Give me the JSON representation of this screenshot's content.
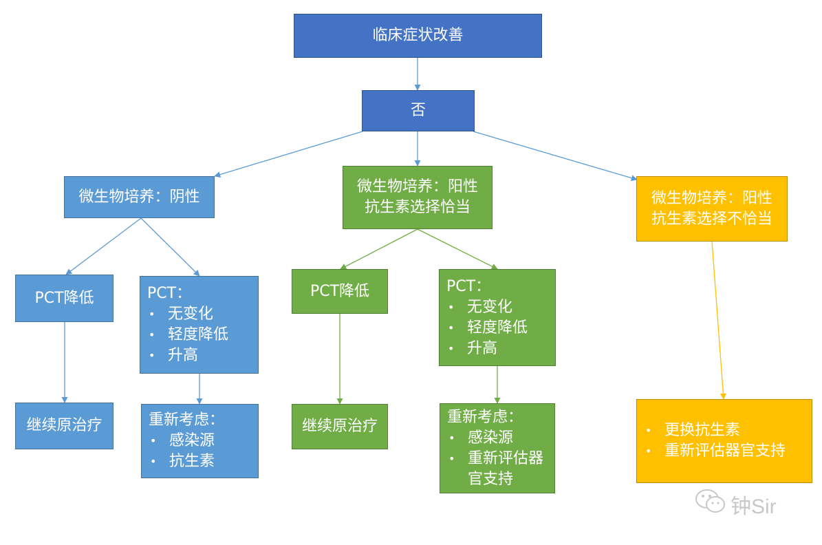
{
  "nodes": {
    "root": "临床症状改善",
    "no": "否",
    "neg": "微生物培养：阴性",
    "pos_ok": [
      "微生物培养：阳性",
      "抗生素选择恰当"
    ],
    "pos_bad": [
      "微生物培养：阳性",
      "抗生素选择不恰当"
    ],
    "pct_down_1": "PCT降低",
    "pct_other_1": {
      "title": "PCT：",
      "items": [
        "无变化",
        "轻度降低",
        "升高"
      ]
    },
    "pct_down_2": "PCT降低",
    "pct_other_2": {
      "title": "PCT：",
      "items": [
        "无变化",
        "轻度降低",
        "升高"
      ]
    },
    "continue_1": "继续原治疗",
    "reconsider_1": {
      "title": "重新考虑：",
      "items": [
        "感染源",
        "抗生素"
      ]
    },
    "continue_2": "继续原治疗",
    "reconsider_2": {
      "title": "重新考虑：",
      "items": [
        "感染源",
        "重新评估器",
        "官支持"
      ]
    },
    "action_bad": {
      "items": [
        "更换抗生素",
        "重新评估器官支持"
      ]
    }
  },
  "colors": {
    "dark_blue": "#4472c4",
    "blue": "#5b9bd5",
    "green": "#70ad47",
    "gold": "#ffc000"
  },
  "watermark": "钟Sir"
}
